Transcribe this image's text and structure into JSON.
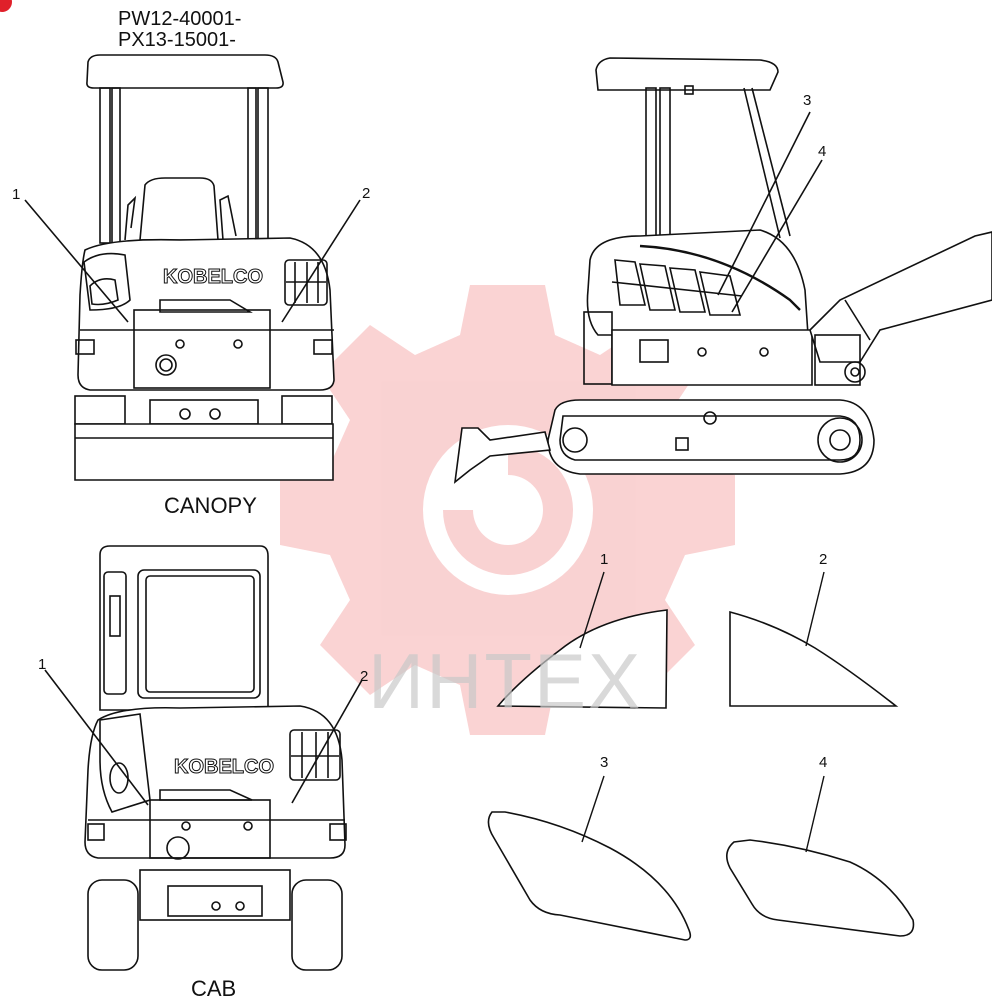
{
  "header": {
    "serial_1": "PW12-40001-",
    "serial_2": "PX13-15001-"
  },
  "views": {
    "canopy_label": "CANOPY",
    "cab_label": "CAB"
  },
  "callouts": {
    "canopy_1": "1",
    "canopy_2": "2",
    "side_3": "3",
    "side_4": "4",
    "cab_1": "1",
    "cab_2": "2",
    "part_1": "1",
    "part_2": "2",
    "part_3": "3",
    "part_4": "4"
  },
  "machine_markings": {
    "brand_canopy": "KOBELCO",
    "brand_cab": "KOBELCO"
  },
  "watermark": {
    "text": "ИНТЕХ",
    "color": "#f08080"
  }
}
